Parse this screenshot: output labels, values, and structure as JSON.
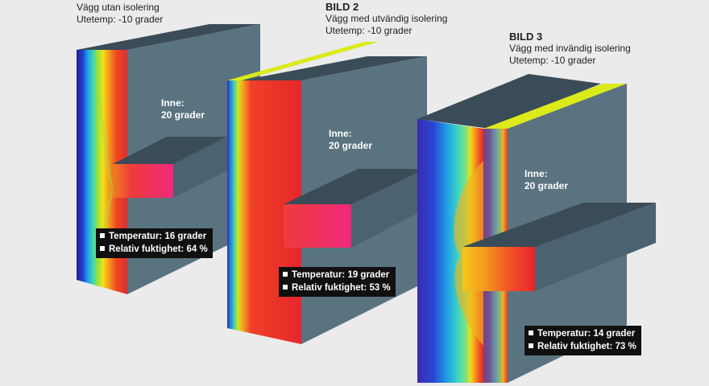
{
  "panels": [
    {
      "title": "",
      "subtitle": "Vägg utan isolering",
      "outdoor": "Utetemp: -10 grader",
      "inside_label": "Inne:",
      "inside_temp": "20 grader",
      "temperature": "Temperatur: 16 grader",
      "humidity": "Relativ fuktighet: 64 %"
    },
    {
      "title": "BILD 2",
      "subtitle": "Vägg med utvändig isolering",
      "outdoor": "Utetemp: -10 grader",
      "inside_label": "Inne:",
      "inside_temp": "20 grader",
      "temperature": "Temperatur: 19 grader",
      "humidity": "Relativ fuktighet: 53 %"
    },
    {
      "title": "BILD 3",
      "subtitle": "Vägg med invändig isolering",
      "outdoor": "Utetemp: -10 grader",
      "inside_label": "Inne:",
      "inside_temp": "20 grader",
      "temperature": "Temperatur: 14 grader",
      "humidity": "Relativ fuktighet: 73 %"
    }
  ],
  "colors": {
    "background": "#ebebeb",
    "wall_front": "#5a7380",
    "wall_top": "#3a4c57",
    "wall_side": "#496170",
    "insulation": "#dcea1a",
    "label_box": "#101010",
    "cold": "#2a1d8c",
    "warm": "#e8262c"
  }
}
